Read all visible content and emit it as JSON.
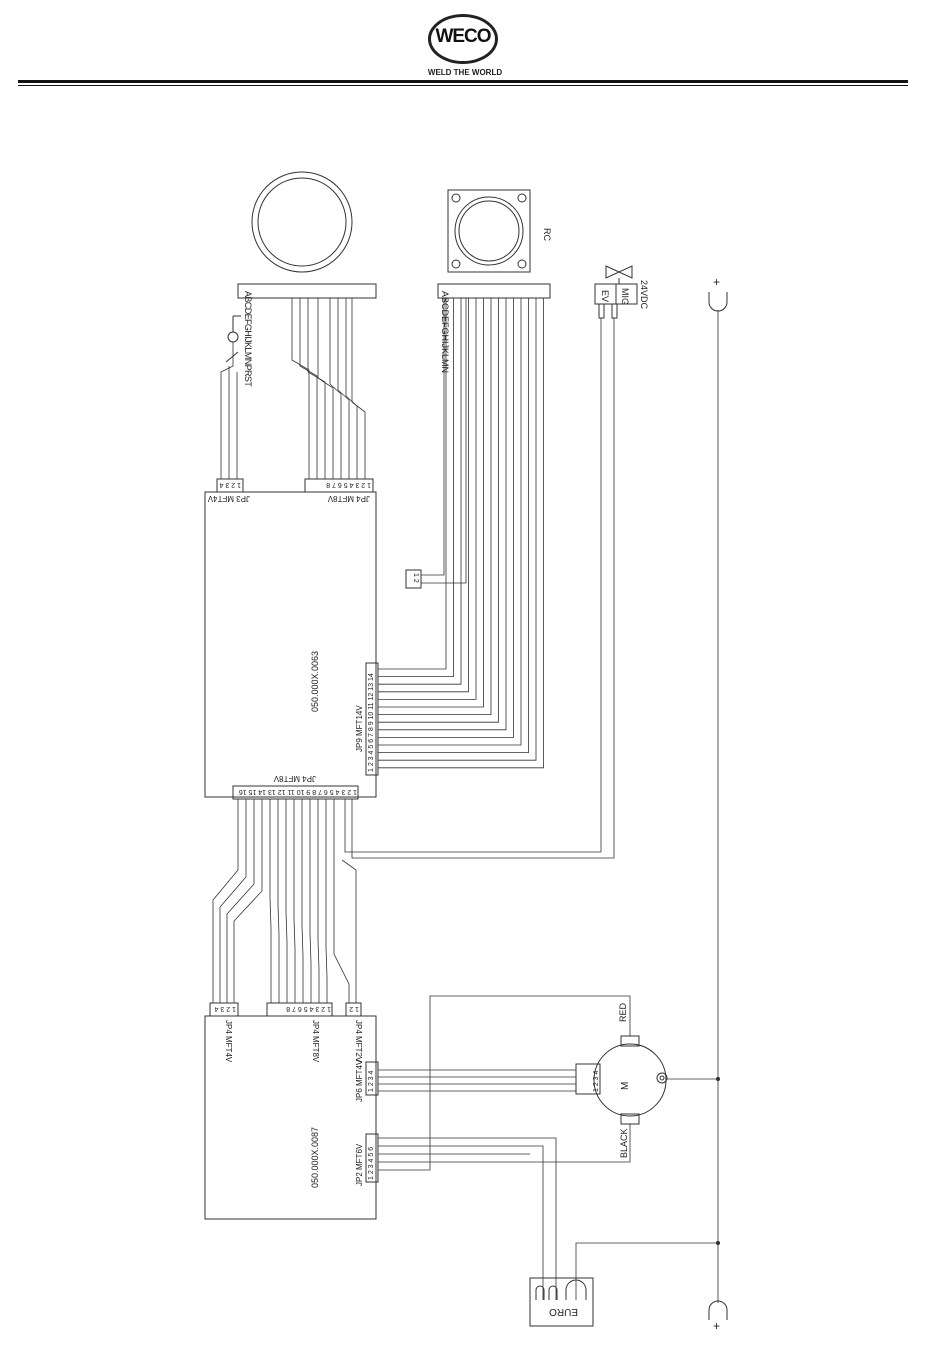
{
  "header": {
    "logo": "WECO",
    "tagline": "WELD THE WORLD"
  },
  "connectors": {
    "round_pin_letters": "ABCDEFGHIJKLMNPRST",
    "square_pin_letters": "ABCDEFGHIJKLMN",
    "square_label": "RC",
    "ev_label": "EV",
    "mig_label": "MIG",
    "voltage_label": "24VDC"
  },
  "board_top": {
    "code": "050.000X.0063",
    "jp3_label": "JP3 MFT4V",
    "jp4_top_label": "JP4 MFT8V",
    "jp9_label": "JP9 MFT14V",
    "jp4_bottom_label": "JP4 MFT8V",
    "jp3_pins": "1 2 3 4",
    "jp4_top_pins": "1 2 3 4 5 6 7 8",
    "jp9_pins": "1 2 3 4 5 6 7 8 9 10 11 12 13 14",
    "jp4_bottom_pins": "1 2 3 4 5 6 7 8 9 10 11 12 13 14 15 16",
    "small_conn_pins": "1 2"
  },
  "board_bottom": {
    "code": "050.000X.0087",
    "jp4a_label": "JP4 MFT4V",
    "jp4b_label": "JP4 MFT8V",
    "jp4c_label": "JP4 MFT2V",
    "jp6_label": "JP6 MFT4V",
    "jp2_label": "JP2 MFT6V",
    "jp4a_pins": "1 2 3 4",
    "jp4b_pins": "1 2 3 4 5 6 7 8",
    "jp4c_pins": "1 2",
    "jp6_pins": "1 2 3 4",
    "jp2_pins": "1 2 3 4 5 6"
  },
  "motor": {
    "label": "M",
    "red": "RED",
    "black": "BLACK",
    "conn_pins": "1 2 3 4"
  },
  "euro_label": "EURO",
  "plus_top": "+",
  "plus_bottom": "+"
}
